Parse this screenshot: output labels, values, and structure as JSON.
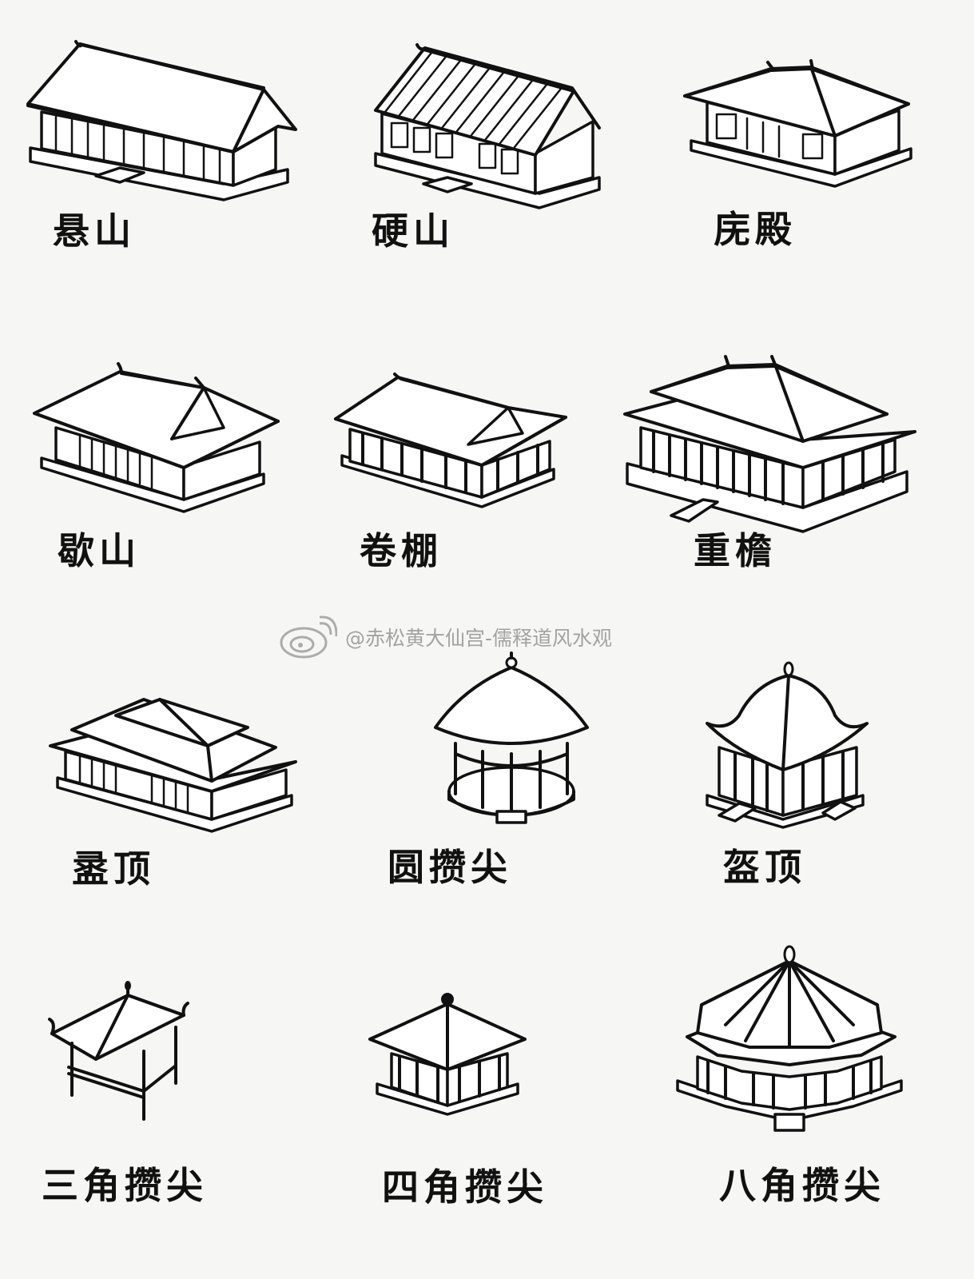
{
  "roof_types": [
    {
      "label": "悬山",
      "icon": "overhanging-gable-roof-icon"
    },
    {
      "label": "硬山",
      "icon": "flush-gable-roof-icon"
    },
    {
      "label": "庑殿",
      "icon": "hip-roof-icon"
    },
    {
      "label": "歇山",
      "icon": "hip-and-gable-roof-icon"
    },
    {
      "label": "卷棚",
      "icon": "round-ridge-roof-icon"
    },
    {
      "label": "重檐",
      "icon": "double-eave-roof-icon"
    },
    {
      "label": "盝顶",
      "icon": "flat-top-hip-roof-icon"
    },
    {
      "label": "圆攒尖",
      "icon": "round-pyramidal-roof-icon"
    },
    {
      "label": "盔顶",
      "icon": "helmet-roof-icon"
    },
    {
      "label": "三角攒尖",
      "icon": "triangular-pyramidal-roof-icon"
    },
    {
      "label": "四角攒尖",
      "icon": "square-pyramidal-roof-icon"
    },
    {
      "label": "八角攒尖",
      "icon": "octagonal-pyramidal-roof-icon"
    }
  ],
  "watermark": {
    "text": "@赤松黄大仙宫-儒释道风水观",
    "icon": "weibo-logo-icon"
  },
  "colors": {
    "ink": "#111111",
    "paper": "#f6f6f4",
    "watermark": "#9a9a9a"
  }
}
